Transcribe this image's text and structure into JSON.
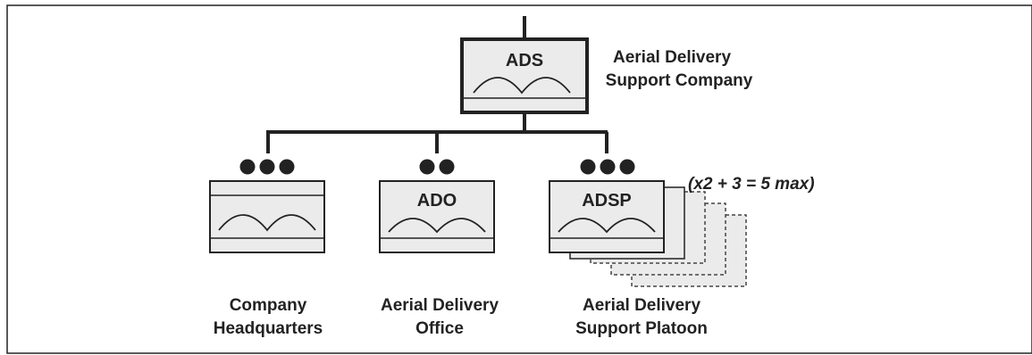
{
  "top_unit": {
    "code": "ADS",
    "label_line1": "Aerial Delivery",
    "label_line2": "Support Company"
  },
  "units": [
    {
      "code": "",
      "dots": 3,
      "label_line1": "Company",
      "label_line2": "Headquarters"
    },
    {
      "code": "ADO",
      "dots": 2,
      "label_line1": "Aerial Delivery",
      "label_line2": "Office"
    },
    {
      "code": "ADSP",
      "dots": 3,
      "label_line1": "Aerial Delivery",
      "label_line2": "Support Platoon",
      "multiplier_note": "(x2 + 3 = 5 max)"
    }
  ],
  "colors": {
    "box_fill": "#ebebeb",
    "stroke": "#222222"
  }
}
